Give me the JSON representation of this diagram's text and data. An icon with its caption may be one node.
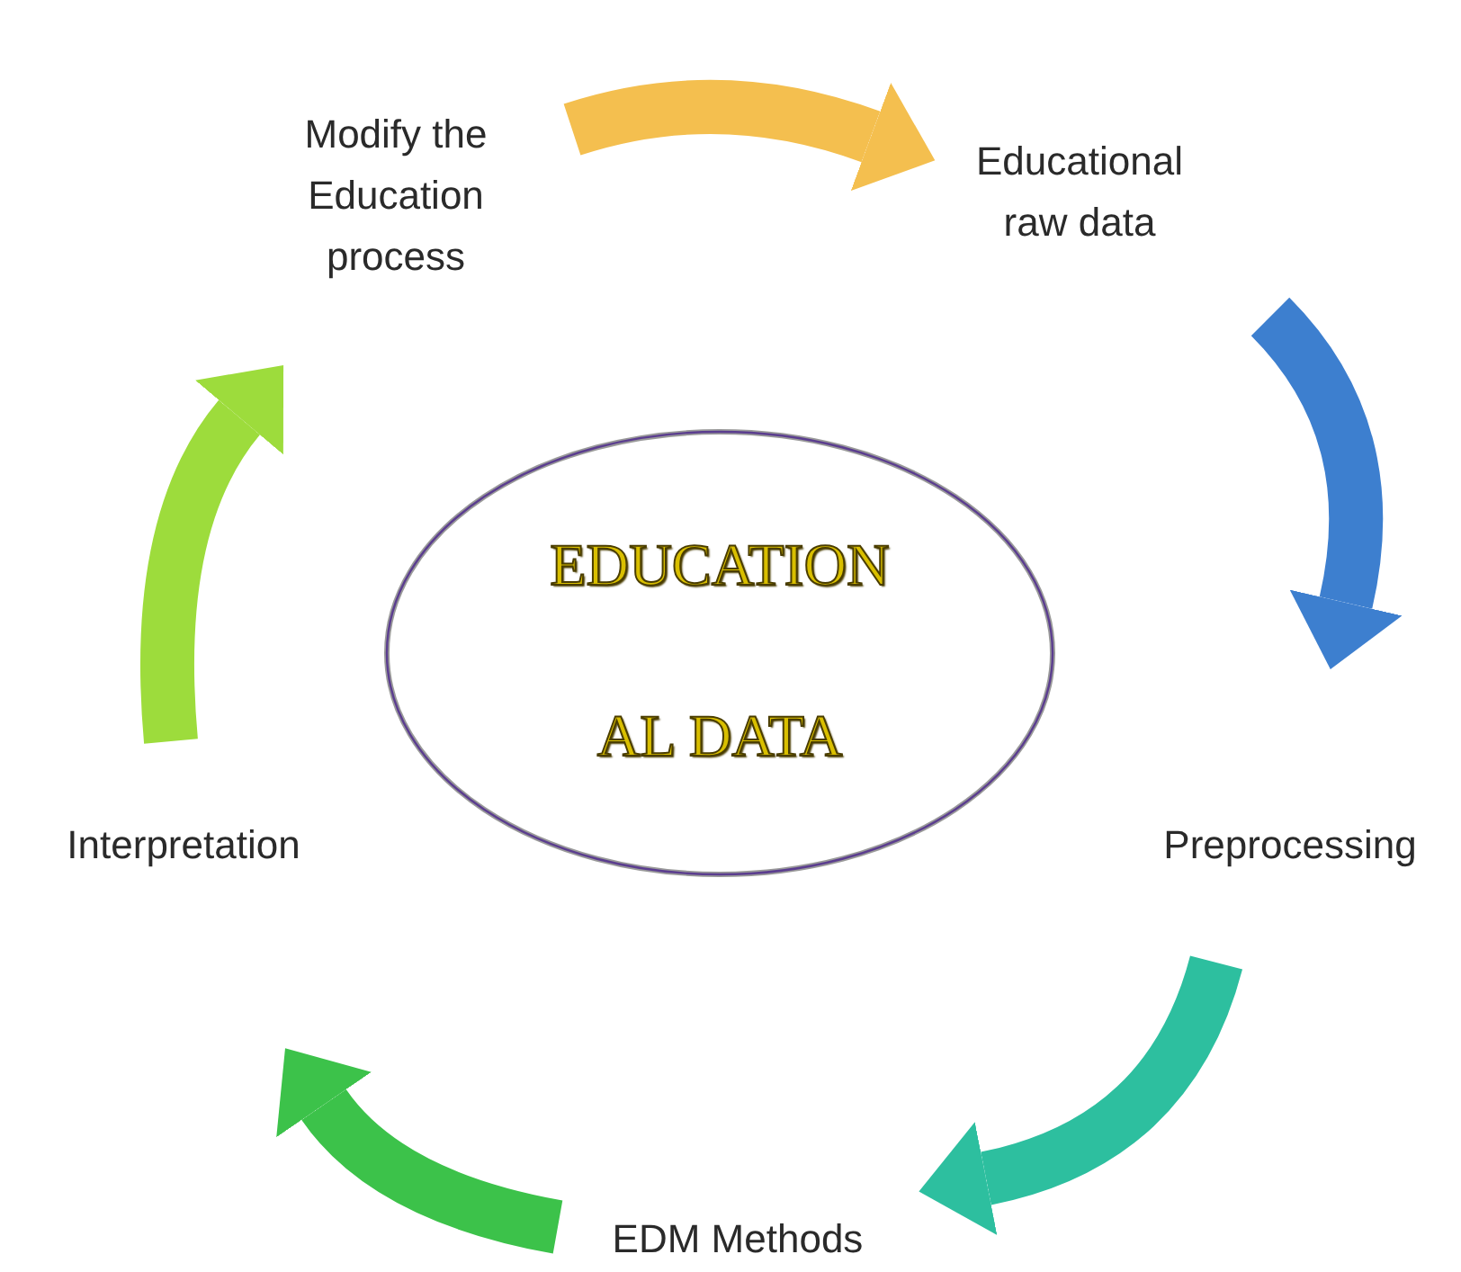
{
  "diagram": {
    "nodes": [
      {
        "text": [
          "Modify the Education process"
        ]
      },
      {
        "text": [
          "Educational raw data"
        ]
      },
      {
        "text": [
          "Preprocessing"
        ]
      },
      {
        "text": [
          "EDM Methods"
        ]
      },
      {
        "text": [
          "Interpretation"
        ]
      },
      {
        "text": [
          "EDUCATION",
          "AL DATA"
        ]
      }
    ],
    "edges": [
      {
        "from": 0,
        "to": 1,
        "arrow": "to",
        "color": "#f4bf4f"
      },
      {
        "from": 1,
        "to": 2,
        "arrow": "to",
        "color": "#3d7fcf"
      },
      {
        "from": 2,
        "to": 3,
        "arrow": "to",
        "color": "#2dbf9f"
      },
      {
        "from": 3,
        "to": 4,
        "arrow": "to",
        "color": "#3cc24a"
      },
      {
        "from": 4,
        "to": 0,
        "arrow": "to",
        "color": "#9ddc3c"
      }
    ]
  }
}
